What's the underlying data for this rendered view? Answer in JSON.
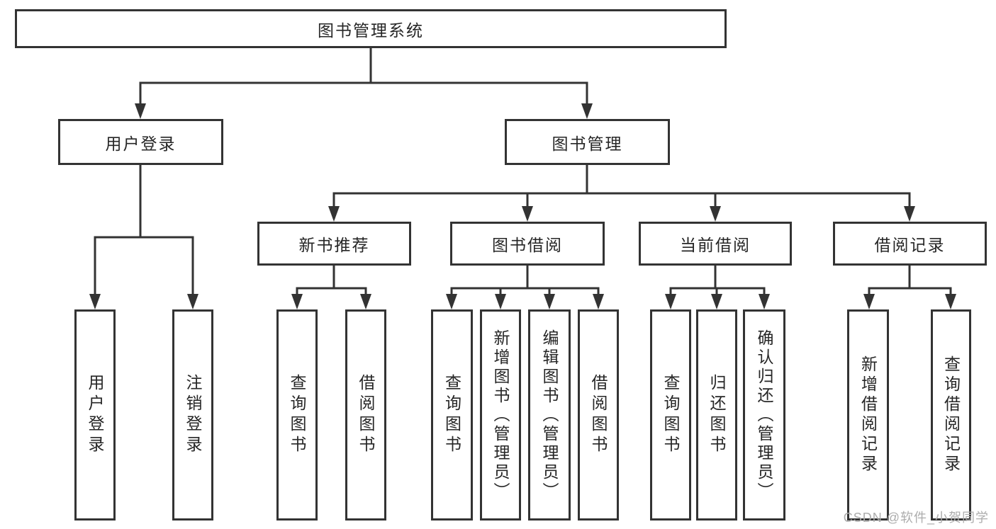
{
  "diagram_type": "hierarchy-tree",
  "colors": {
    "line": "#333333",
    "node_border": "#333333",
    "node_background": "#ffffff",
    "text": "#262626",
    "background": "#ffffff",
    "watermark": "#adadad"
  },
  "tree": {
    "root": "图书管理系统",
    "children": [
      {
        "label": "用户登录",
        "children": [
          {
            "label": "用户登录"
          },
          {
            "label": "注销登录"
          }
        ]
      },
      {
        "label": "图书管理",
        "children": [
          {
            "label": "新书推荐",
            "children": [
              {
                "label": "查询图书"
              },
              {
                "label": "借阅图书"
              }
            ]
          },
          {
            "label": "图书借阅",
            "children": [
              {
                "label": "查询图书"
              },
              {
                "label": "新增图书（管理员）"
              },
              {
                "label": "编辑图书（管理员）"
              },
              {
                "label": "借阅图书"
              }
            ]
          },
          {
            "label": "当前借阅",
            "children": [
              {
                "label": "查询图书"
              },
              {
                "label": "归还图书"
              },
              {
                "label": "确认归还（管理员）"
              }
            ]
          },
          {
            "label": "借阅记录",
            "children": [
              {
                "label": "新增借阅记录"
              },
              {
                "label": "查询借阅记录"
              }
            ]
          }
        ]
      }
    ]
  },
  "watermark": {
    "text": "CSDN @软件_小贺同学"
  }
}
